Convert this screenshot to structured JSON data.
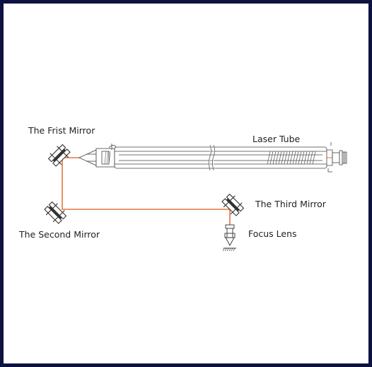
{
  "labels": {
    "first_mirror": "The Frist Mirror",
    "second_mirror": "The Second Mirror",
    "third_mirror": "The Third Mirror",
    "focus_lens": "Focus Lens",
    "laser_tube": "Laser Tube"
  },
  "colors": {
    "frame": "#0d1240",
    "background": "#ffffff",
    "beam": "#e8743b",
    "line": "#333333"
  }
}
